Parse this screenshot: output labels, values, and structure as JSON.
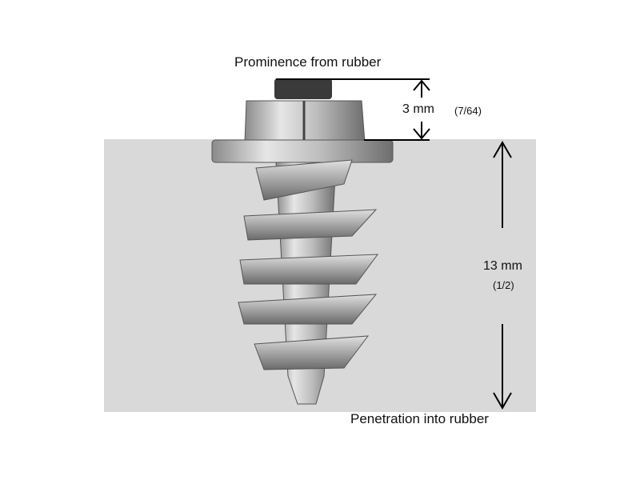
{
  "labels": {
    "prominence_title": "Prominence from rubber",
    "prominence_value": "3 mm",
    "prominence_fraction": "(7/64)",
    "penetration_value": "13 mm",
    "penetration_fraction": "(1/2)",
    "penetration_title": "Penetration into rubber"
  },
  "colors": {
    "rubber": "#d9d9d9",
    "metal": "#b8b8b8",
    "cap": "#3a3a3a"
  }
}
